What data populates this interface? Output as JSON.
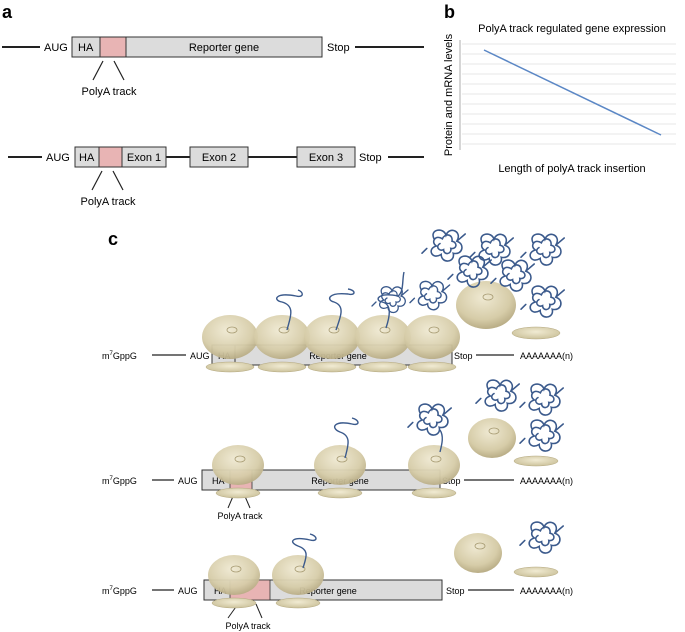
{
  "panels": {
    "a": {
      "label": "a",
      "construct1": {
        "start": "AUG",
        "tag": "HA",
        "gene": "Reporter gene",
        "stop": "Stop",
        "polya_label": "PolyA track"
      },
      "construct2": {
        "start": "AUG",
        "tag": "HA",
        "exon1": "Exon 1",
        "exon2": "Exon 2",
        "exon3": "Exon 3",
        "stop": "Stop",
        "polya_label": "PolyA track"
      }
    },
    "b": {
      "label": "b",
      "chart_data": {
        "type": "line",
        "title": "PolyA track regulated gene expression",
        "xlabel": "Length of polyA track insertion",
        "ylabel": "Protein and mRNA levels",
        "grid": true,
        "series": [
          {
            "x": [
              0,
              1
            ],
            "values": [
              1,
              0
            ]
          }
        ]
      }
    },
    "c": {
      "label": "c",
      "rows": [
        {
          "cap": "m",
          "cap_sup": "7",
          "cap_tail": "GppG",
          "start": "AUG",
          "tag": "HA",
          "gene": "Reporter gene",
          "stop": "Stop",
          "tail": "AAAAAAA(n)",
          "polya_label": ""
        },
        {
          "cap": "m",
          "cap_sup": "7",
          "cap_tail": "GppG",
          "start": "AUG",
          "tag": "HA",
          "gene": "Reporter gene",
          "stop": "Stop",
          "tail": "AAAAAAA(n)",
          "polya_label": "PolyA track"
        },
        {
          "cap": "m",
          "cap_sup": "7",
          "cap_tail": "GppG",
          "start": "AUG",
          "tag": "HA",
          "gene": "Reporter gene",
          "stop": "Stop",
          "tail": "AAAAAAA(n)",
          "polya_label": "PolyA track"
        }
      ]
    }
  },
  "colors": {
    "box_fill": "#dcdcdc",
    "box_stroke": "#333333",
    "polya_fill": "#e8b4b4",
    "ribosome_fill": "#d8cfae",
    "ribosome_shade": "#bfb58f",
    "protein": "#3b5a8c",
    "chart_line": "#5b87c5",
    "grid": "#d0d0d0"
  },
  "icons": {
    "ribosome": "ribosome-icon",
    "protein": "folded-protein-icon",
    "nascent_chain": "nascent-chain-icon"
  }
}
